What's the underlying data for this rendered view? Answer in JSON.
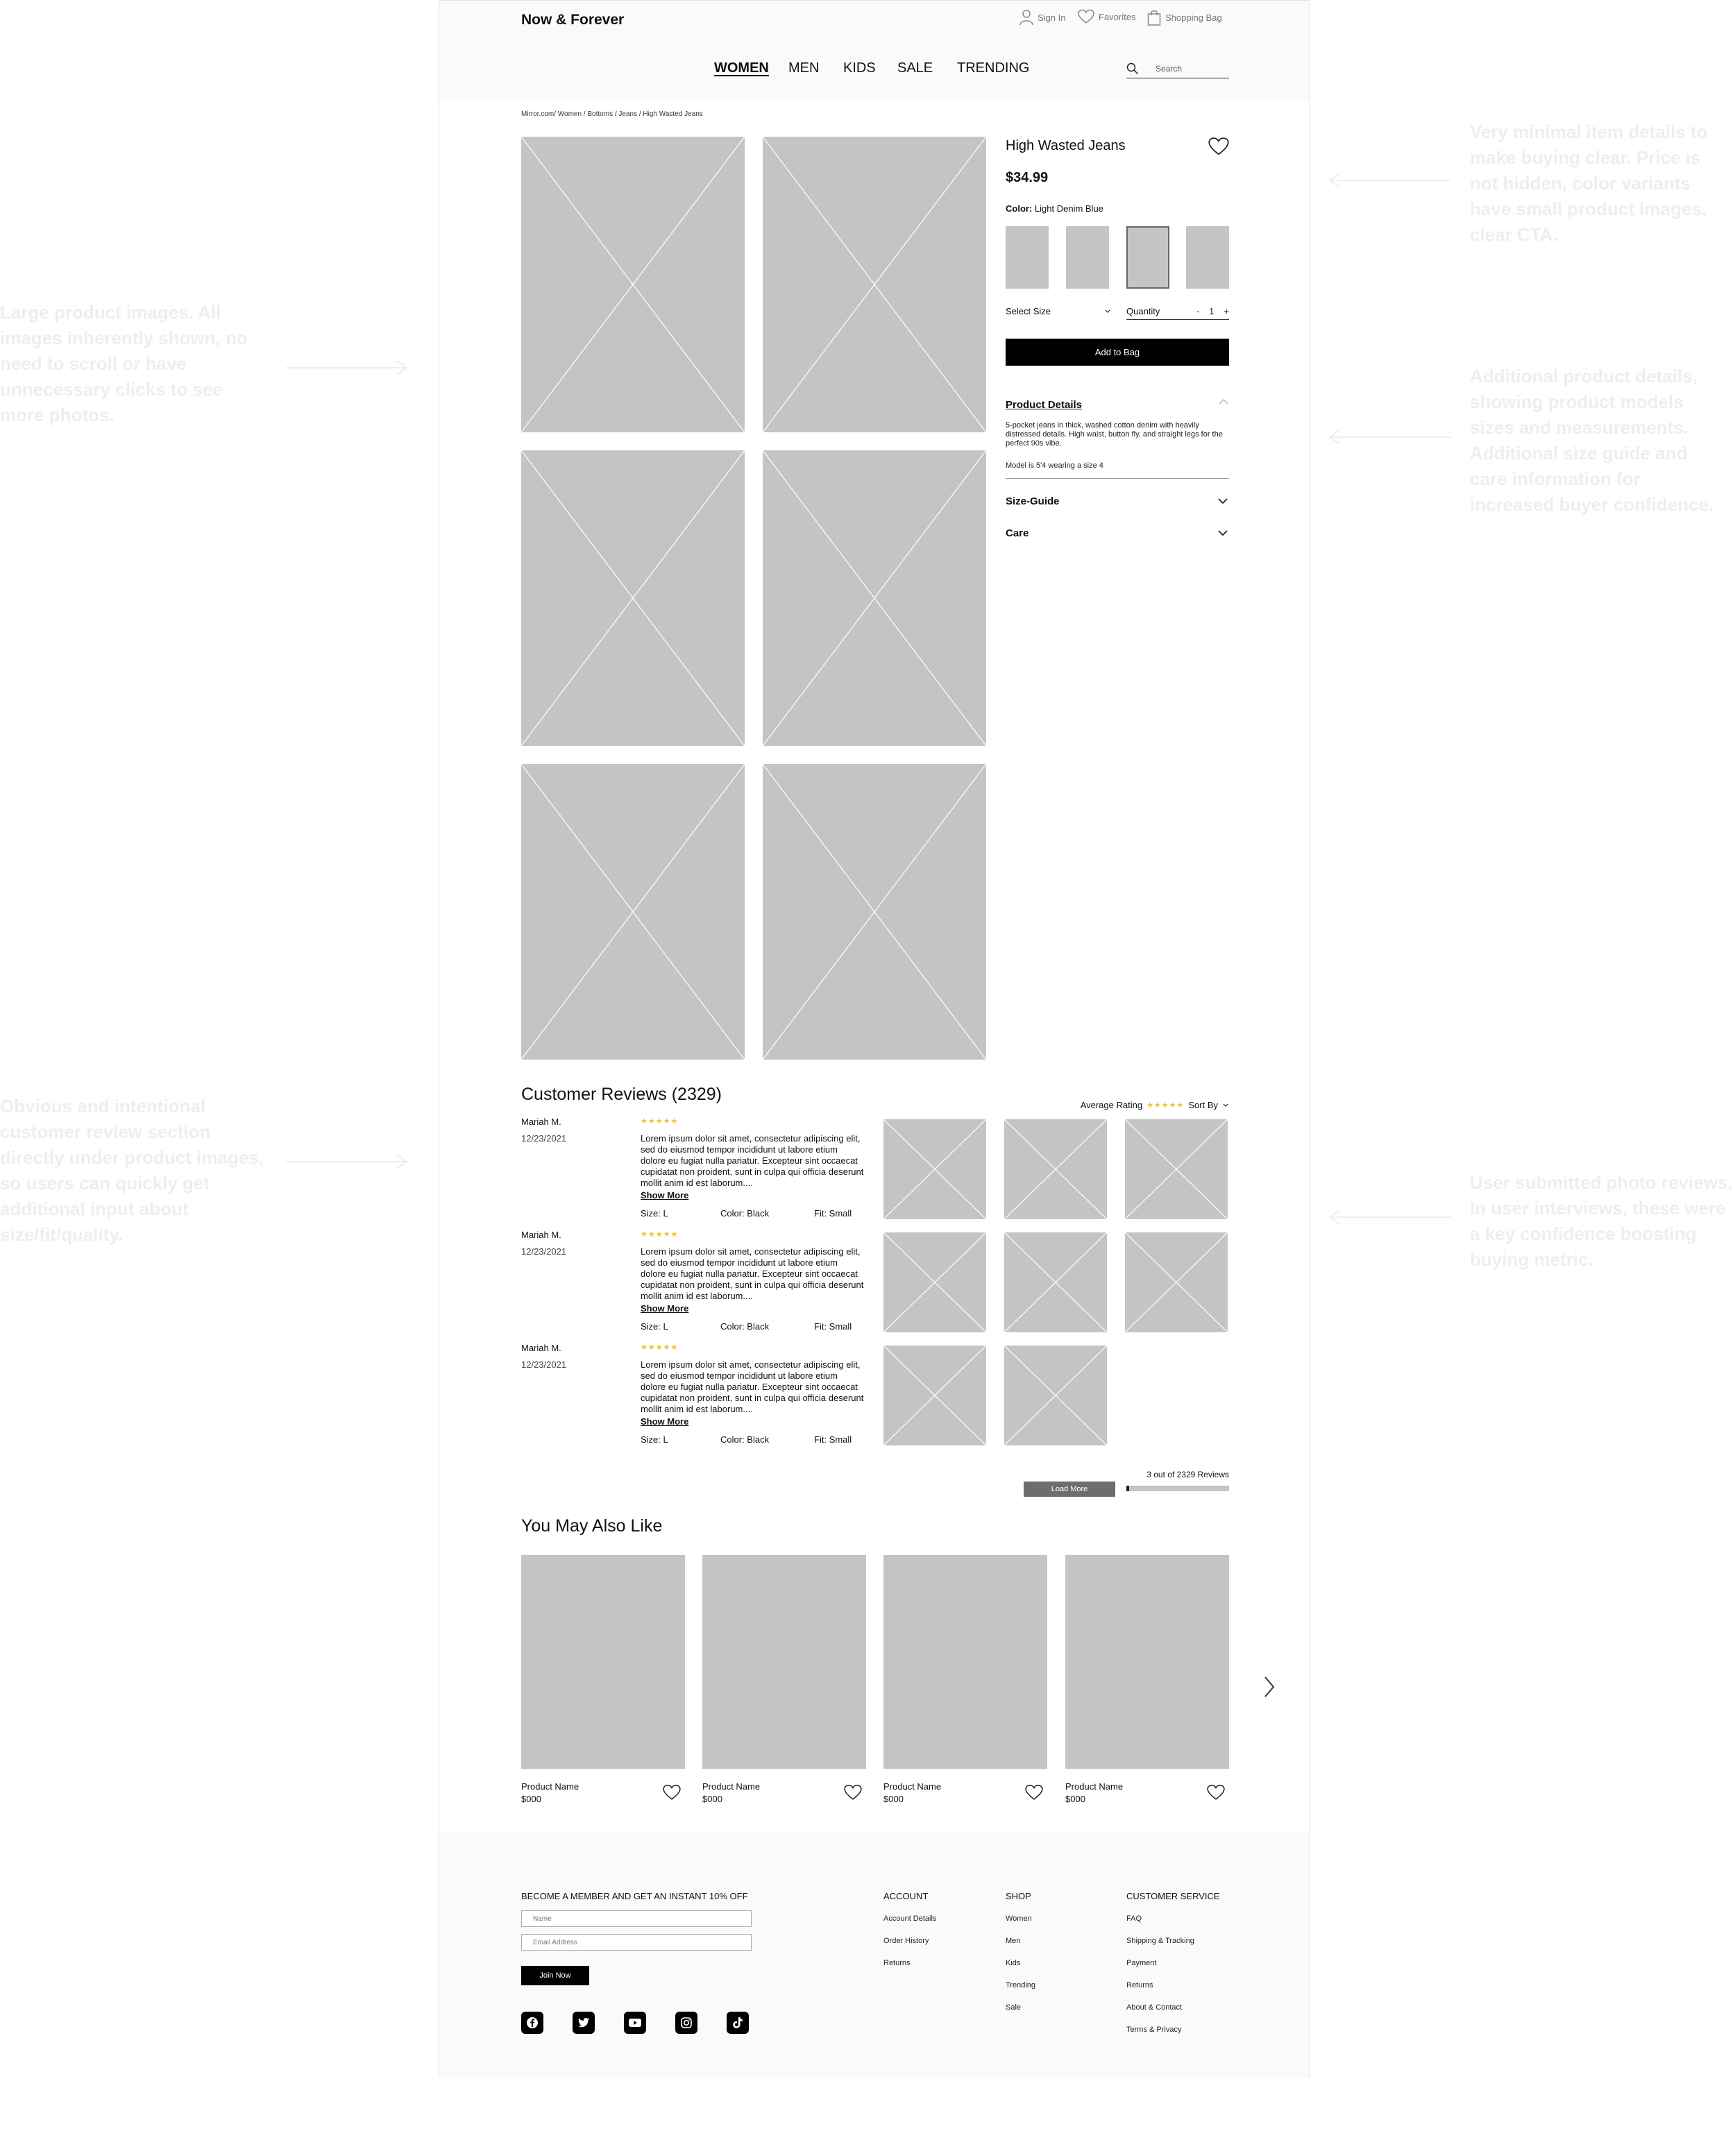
{
  "header": {
    "logo": "Now & Forever",
    "sign_in": "Sign In",
    "favorites": "Favorites",
    "bag": "Shopping Bag",
    "nav": [
      "WOMEN",
      "MEN",
      "KIDS",
      "SALE",
      "TRENDING"
    ],
    "search_placeholder": "Search"
  },
  "breadcrumb": "Mirror.com/ Women / Bottoms / Jeans / High Wasted Jeans",
  "product": {
    "title": "High Wasted Jeans",
    "price": "$34.99",
    "color_label": "Color:",
    "color_value": "Light Denim Blue",
    "select_size": "Select Size",
    "quantity_label": "Quantity",
    "qty_minus": "-",
    "qty_value": "1",
    "qty_plus": "+",
    "add_to_bag": "Add to Bag",
    "details_title": "Product Details",
    "details_text": "5-pocket jeans in thick, washed cotton denim with heavily distressed details. High waist, button fly, and straight legs for the perfect 90s vibe.",
    "model_text": "Model is 5'4 wearing a size 4",
    "size_guide": "Size-Guide",
    "care": "Care"
  },
  "annotations": {
    "top_right": "Very minimal item details to make buying clear. Price is not hidden, color variants have small product images, clear CTA.",
    "mid_right": "Additional product details, showing product models sizes and measurements. Additional size guide and care information for increased buyer confidence.",
    "left_images": "Large product images. All images inherently shown, no need to scroll or have unnecessary clicks to see more photos.",
    "left_reviews": "Obvious and intentional customer review section directly under product images, so users can quickly get additional input about size/fit/quality.",
    "right_reviews": "User submitted photo reviews. In user interviews, these were a key confidence boosting buying metric."
  },
  "reviews": {
    "title": "Customer Reviews (2329)",
    "average_label": "Average Rating",
    "stars": "★★★★★",
    "sort_by": "Sort By",
    "items": [
      {
        "name": "Mariah M.",
        "date": "12/23/2021",
        "stars": "★★★★★",
        "text": "Lorem ipsum dolor sit amet, consectetur adipiscing elit, sed do eiusmod tempor incididunt ut labore etium dolore eu fugiat nulla pariatur. Excepteur sint occaecat cupidatat non proident, sunt in culpa qui officia deserunt mollit anim id est laborum....",
        "show_more": "Show More",
        "size": "Size: L",
        "color": "Color: Black",
        "fit": "Fit: Small"
      },
      {
        "name": "Mariah M.",
        "date": "12/23/2021",
        "stars": "★★★★★",
        "text": "Lorem ipsum dolor sit amet, consectetur adipiscing elit, sed do eiusmod tempor incididunt ut labore etium dolore eu fugiat nulla pariatur. Excepteur sint occaecat cupidatat non proident, sunt in culpa qui officia deserunt mollit anim id est laborum....",
        "show_more": "Show More",
        "size": "Size: L",
        "color": "Color: Black",
        "fit": "Fit: Small"
      },
      {
        "name": "Mariah M.",
        "date": "12/23/2021",
        "stars": "★★★★★",
        "text": "Lorem ipsum dolor sit amet, consectetur adipiscing elit, sed do eiusmod tempor incididunt ut labore etium dolore eu fugiat nulla pariatur. Excepteur sint occaecat cupidatat non proident, sunt in culpa qui officia deserunt mollit anim id est laborum....",
        "show_more": "Show More",
        "size": "Size: L",
        "color": "Color: Black",
        "fit": "Fit: Small"
      }
    ],
    "load_more": "Load More",
    "count_text": "3 out of 2329 Reviews",
    "progress_fraction": 0.0013
  },
  "also_like": {
    "title": "You May Also Like",
    "products": [
      {
        "name": "Product Name",
        "price": "$000"
      },
      {
        "name": "Product Name",
        "price": "$000"
      },
      {
        "name": "Product Name",
        "price": "$000"
      },
      {
        "name": "Product Name",
        "price": "$000"
      }
    ]
  },
  "footer": {
    "member_title": "BECOME A MEMBER AND GET AN INSTANT 10% OFF",
    "name_placeholder": "Name",
    "email_placeholder": "Email Address",
    "join": "Join Now",
    "account_title": "ACCOUNT",
    "account_links": [
      "Account Details",
      "Order History",
      "Returns"
    ],
    "shop_title": "SHOP",
    "shop_links": [
      "Women",
      "Men",
      "Kids",
      "Trending",
      "Sale"
    ],
    "service_title": "CUSTOMER SERVICE",
    "service_links": [
      "FAQ",
      "Shipping & Tracking",
      "Payment",
      "Returns",
      "About & Contact",
      "Terms & Privacy"
    ],
    "social_icons": [
      "facebook-icon",
      "twitter-icon",
      "youtube-icon",
      "instagram-icon",
      "tiktok-icon"
    ]
  },
  "colors": {
    "placeholder": "#c4c4c4",
    "star": "#f2c230",
    "header_bg": "#fbf9f9",
    "annotation": "#eeeeee"
  }
}
